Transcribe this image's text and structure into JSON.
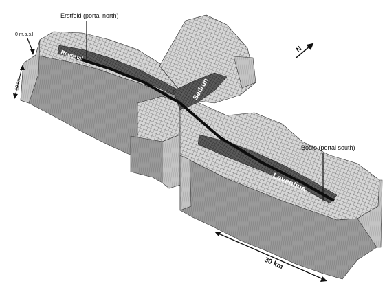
{
  "labels": {
    "erstfeld": "Erstfeld (portal north)",
    "bodio": "Bodio (portal south)",
    "sea_level": "0 m.a.s.l.",
    "depth": "10 km",
    "reuss": "Reusstal",
    "sedrun": "Sedrun",
    "leventina": "Leventina",
    "scale": "30 km",
    "north": "N"
  },
  "colors": {
    "block_light": "#b9b9b9",
    "block_mid": "#8d8d8d",
    "block_dark": "#5e5e5e",
    "terrain": "#cfcfcf",
    "mesh": "#2a2a2a",
    "valley": "#1a1a1a"
  },
  "icons": [
    "north-arrow-icon",
    "scale-arrow-icon",
    "sea-level-arrow-icon",
    "depth-arrow-icon"
  ]
}
